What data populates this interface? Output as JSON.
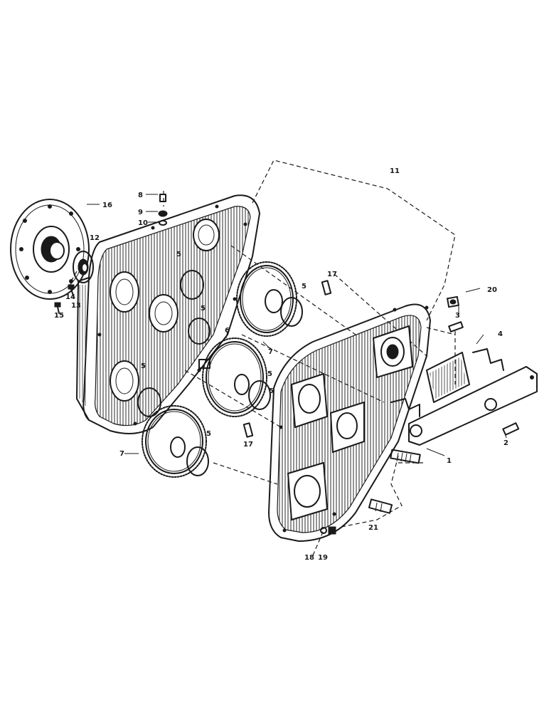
{
  "diagram": {
    "callouts": [
      {
        "id": "c1",
        "text": "1"
      },
      {
        "id": "c2",
        "text": "2"
      },
      {
        "id": "c3",
        "text": "3"
      },
      {
        "id": "c4",
        "text": "4"
      },
      {
        "id": "c5a",
        "text": "5"
      },
      {
        "id": "c5b",
        "text": "5"
      },
      {
        "id": "c5c",
        "text": "5"
      },
      {
        "id": "c5d",
        "text": "5"
      },
      {
        "id": "c5e",
        "text": "5"
      },
      {
        "id": "c5f",
        "text": "5"
      },
      {
        "id": "c5g",
        "text": "5"
      },
      {
        "id": "c6",
        "text": "6"
      },
      {
        "id": "c7a",
        "text": "7"
      },
      {
        "id": "c7b",
        "text": "7"
      },
      {
        "id": "c8",
        "text": "8"
      },
      {
        "id": "c9",
        "text": "9"
      },
      {
        "id": "c10",
        "text": "10"
      },
      {
        "id": "c11",
        "text": "11"
      },
      {
        "id": "c12",
        "text": "12"
      },
      {
        "id": "c13",
        "text": "13"
      },
      {
        "id": "c14",
        "text": "14"
      },
      {
        "id": "c15",
        "text": "15"
      },
      {
        "id": "c16",
        "text": "16"
      },
      {
        "id": "c17a",
        "text": "17"
      },
      {
        "id": "c17b",
        "text": "17"
      },
      {
        "id": "c18",
        "text": "18"
      },
      {
        "id": "c19",
        "text": "19"
      },
      {
        "id": "c20",
        "text": "20"
      },
      {
        "id": "c21",
        "text": "21"
      }
    ]
  }
}
